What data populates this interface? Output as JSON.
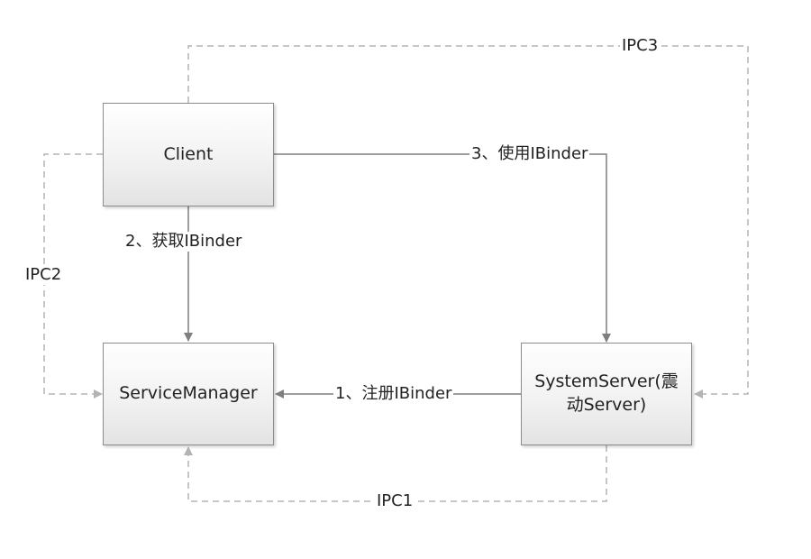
{
  "nodes": {
    "client": {
      "label": "Client"
    },
    "service_manager": {
      "label": "ServiceManager"
    },
    "system_server": {
      "label_line1": "SystemServer(震",
      "label_line2": "动Server)"
    }
  },
  "edges": {
    "register": {
      "label": "1、注册IBinder",
      "style": "solid"
    },
    "get": {
      "label": "2、获取IBinder",
      "style": "solid"
    },
    "use": {
      "label": "3、使用IBinder",
      "style": "solid"
    },
    "ipc1": {
      "label": "IPC1",
      "style": "dashed"
    },
    "ipc2": {
      "label": "IPC2",
      "style": "dashed"
    },
    "ipc3": {
      "label": "IPC3",
      "style": "dashed"
    }
  },
  "colors": {
    "solid_line": "#7f7f7f",
    "dashed_line": "#b3b3b3",
    "node_border": "#8c8c8c"
  }
}
